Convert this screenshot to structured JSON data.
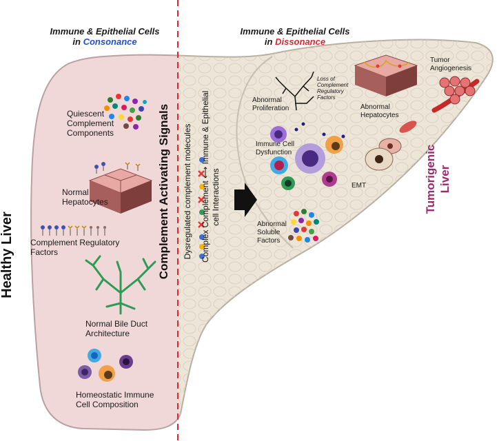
{
  "header_left": {
    "line1": "Immune & Epithelial Cells",
    "line2_prefix": "in ",
    "line2_accent": "Consonance"
  },
  "header_right": {
    "line1": "Immune & Epithelial Cells",
    "line2_prefix": "in ",
    "line2_accent": "Dissonance"
  },
  "healthy_liver_label": "Healthy Liver",
  "tumorigenic_liver_label": [
    "Tumorigenic",
    "Liver"
  ],
  "left_panel": {
    "quiescent": [
      "Quiescent",
      "Complement",
      "Components"
    ],
    "hepatocytes": [
      "Normal",
      "Hepatocytes"
    ],
    "regulatory": [
      "Complement Regulatory",
      "Factors"
    ],
    "bile_duct": [
      "Normal Bile Duct",
      "Architecture"
    ],
    "immune": [
      "Homeostatic Immune",
      "Cell Composition"
    ]
  },
  "middle": {
    "signals": "Complement Activating Signals",
    "dysregulated": "Dysregulated complement molecules",
    "complex_line1": "Complex Complement",
    "complex_mid": "Immune & Epithelial",
    "complex_line2": "cell Interactions"
  },
  "right_panel": {
    "proliferation": [
      "Abnormal",
      "Proliferation"
    ],
    "loss": [
      "Loss of",
      "Complement",
      "Regulatory",
      "Factors"
    ],
    "abn_hepatocytes": [
      "Abnormal",
      "Hepatocytes"
    ],
    "angiogenesis": [
      "Tumor",
      "Angiogenesis"
    ],
    "immune_dysfunction": [
      "Immune Cell",
      "Dysfunction"
    ],
    "emt": "EMT",
    "soluble": [
      "Abnormal",
      "Soluble",
      "Factors"
    ]
  },
  "colors": {
    "left_lobe": "#f0d8d9",
    "right_lobe": "#ece5d8",
    "divider": "#e0262b",
    "consonance": "#1f4fd8",
    "dissonance": "#e0262b",
    "tumorigenic": "#9c2a6e"
  }
}
